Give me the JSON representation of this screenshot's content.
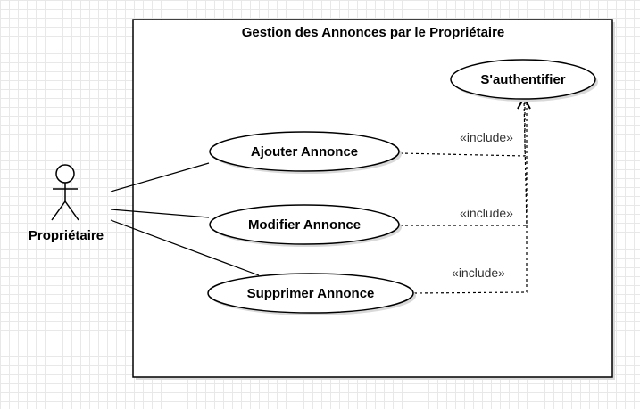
{
  "diagram": {
    "system_title": "Gestion des Annonces par le Propriétaire",
    "actor": {
      "name": "Propriétaire"
    },
    "use_cases": {
      "auth": "S'authentifier",
      "add": "Ajouter Annonce",
      "edit": "Modifier Annonce",
      "delete": "Supprimer Annonce"
    },
    "relations": {
      "include_add": "«include»",
      "include_edit": "«include»",
      "include_delete": "«include»"
    },
    "colors": {
      "line": "#000000",
      "grid": "#e8e8e8",
      "shadow": "#d9d9d9"
    }
  }
}
